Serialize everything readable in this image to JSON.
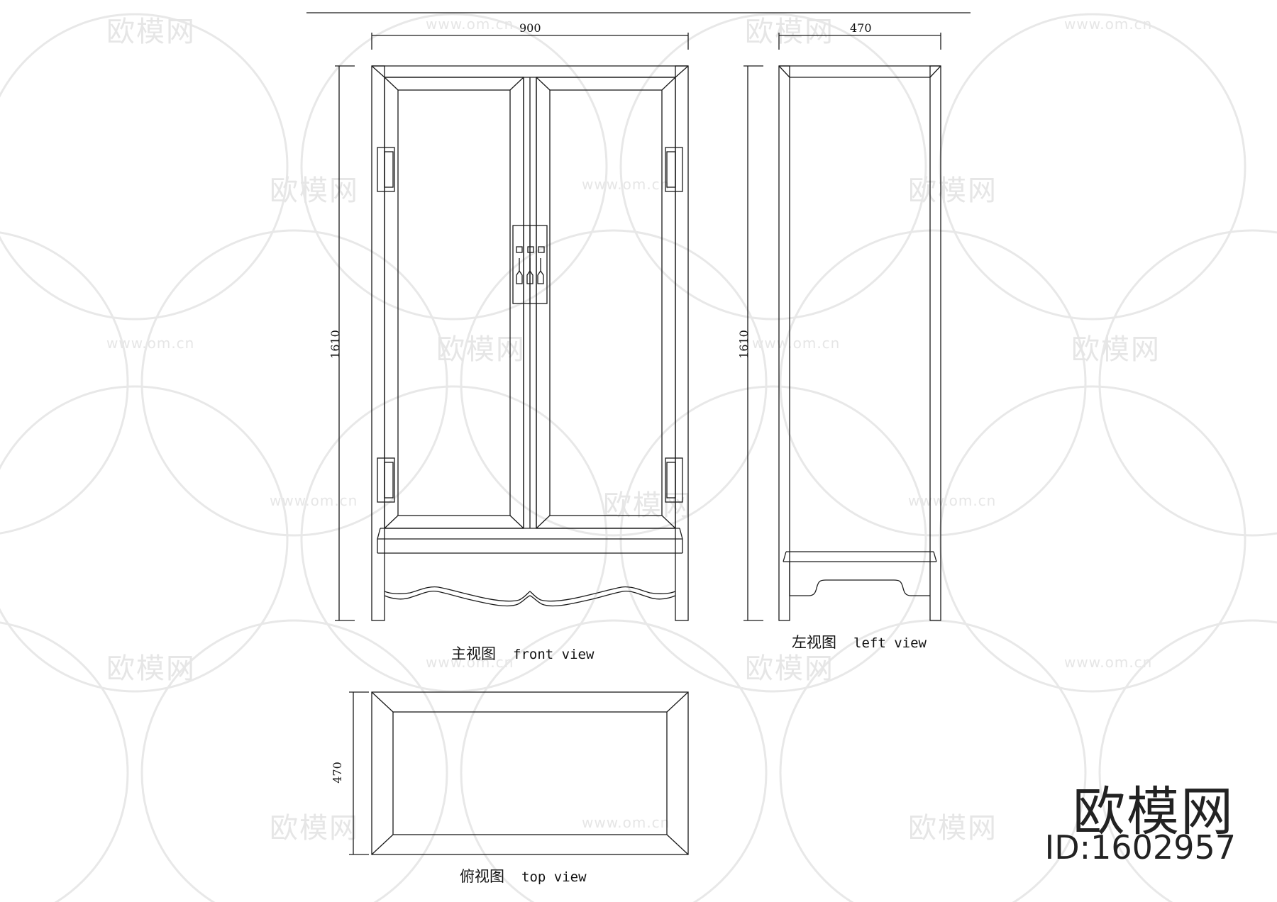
{
  "drawing": {
    "front_view": {
      "caption_cn": "主视图",
      "caption_en": "front view",
      "width_dim": "900",
      "height_dim": "1610"
    },
    "left_view": {
      "caption_cn": "左视图",
      "caption_en": "left view",
      "width_dim": "470",
      "height_dim": "1610"
    },
    "top_view": {
      "caption_cn": "俯视图",
      "caption_en": "top view",
      "depth_dim": "470"
    }
  },
  "watermark": {
    "logo_text": "欧模网",
    "url_text": "www.om.cn"
  },
  "brand": {
    "name": "欧模网",
    "id_text": "ID:1602957"
  },
  "colors": {
    "line": "#1a1a1a",
    "watermark": "#e4e4e4",
    "background": "#ffffff"
  }
}
